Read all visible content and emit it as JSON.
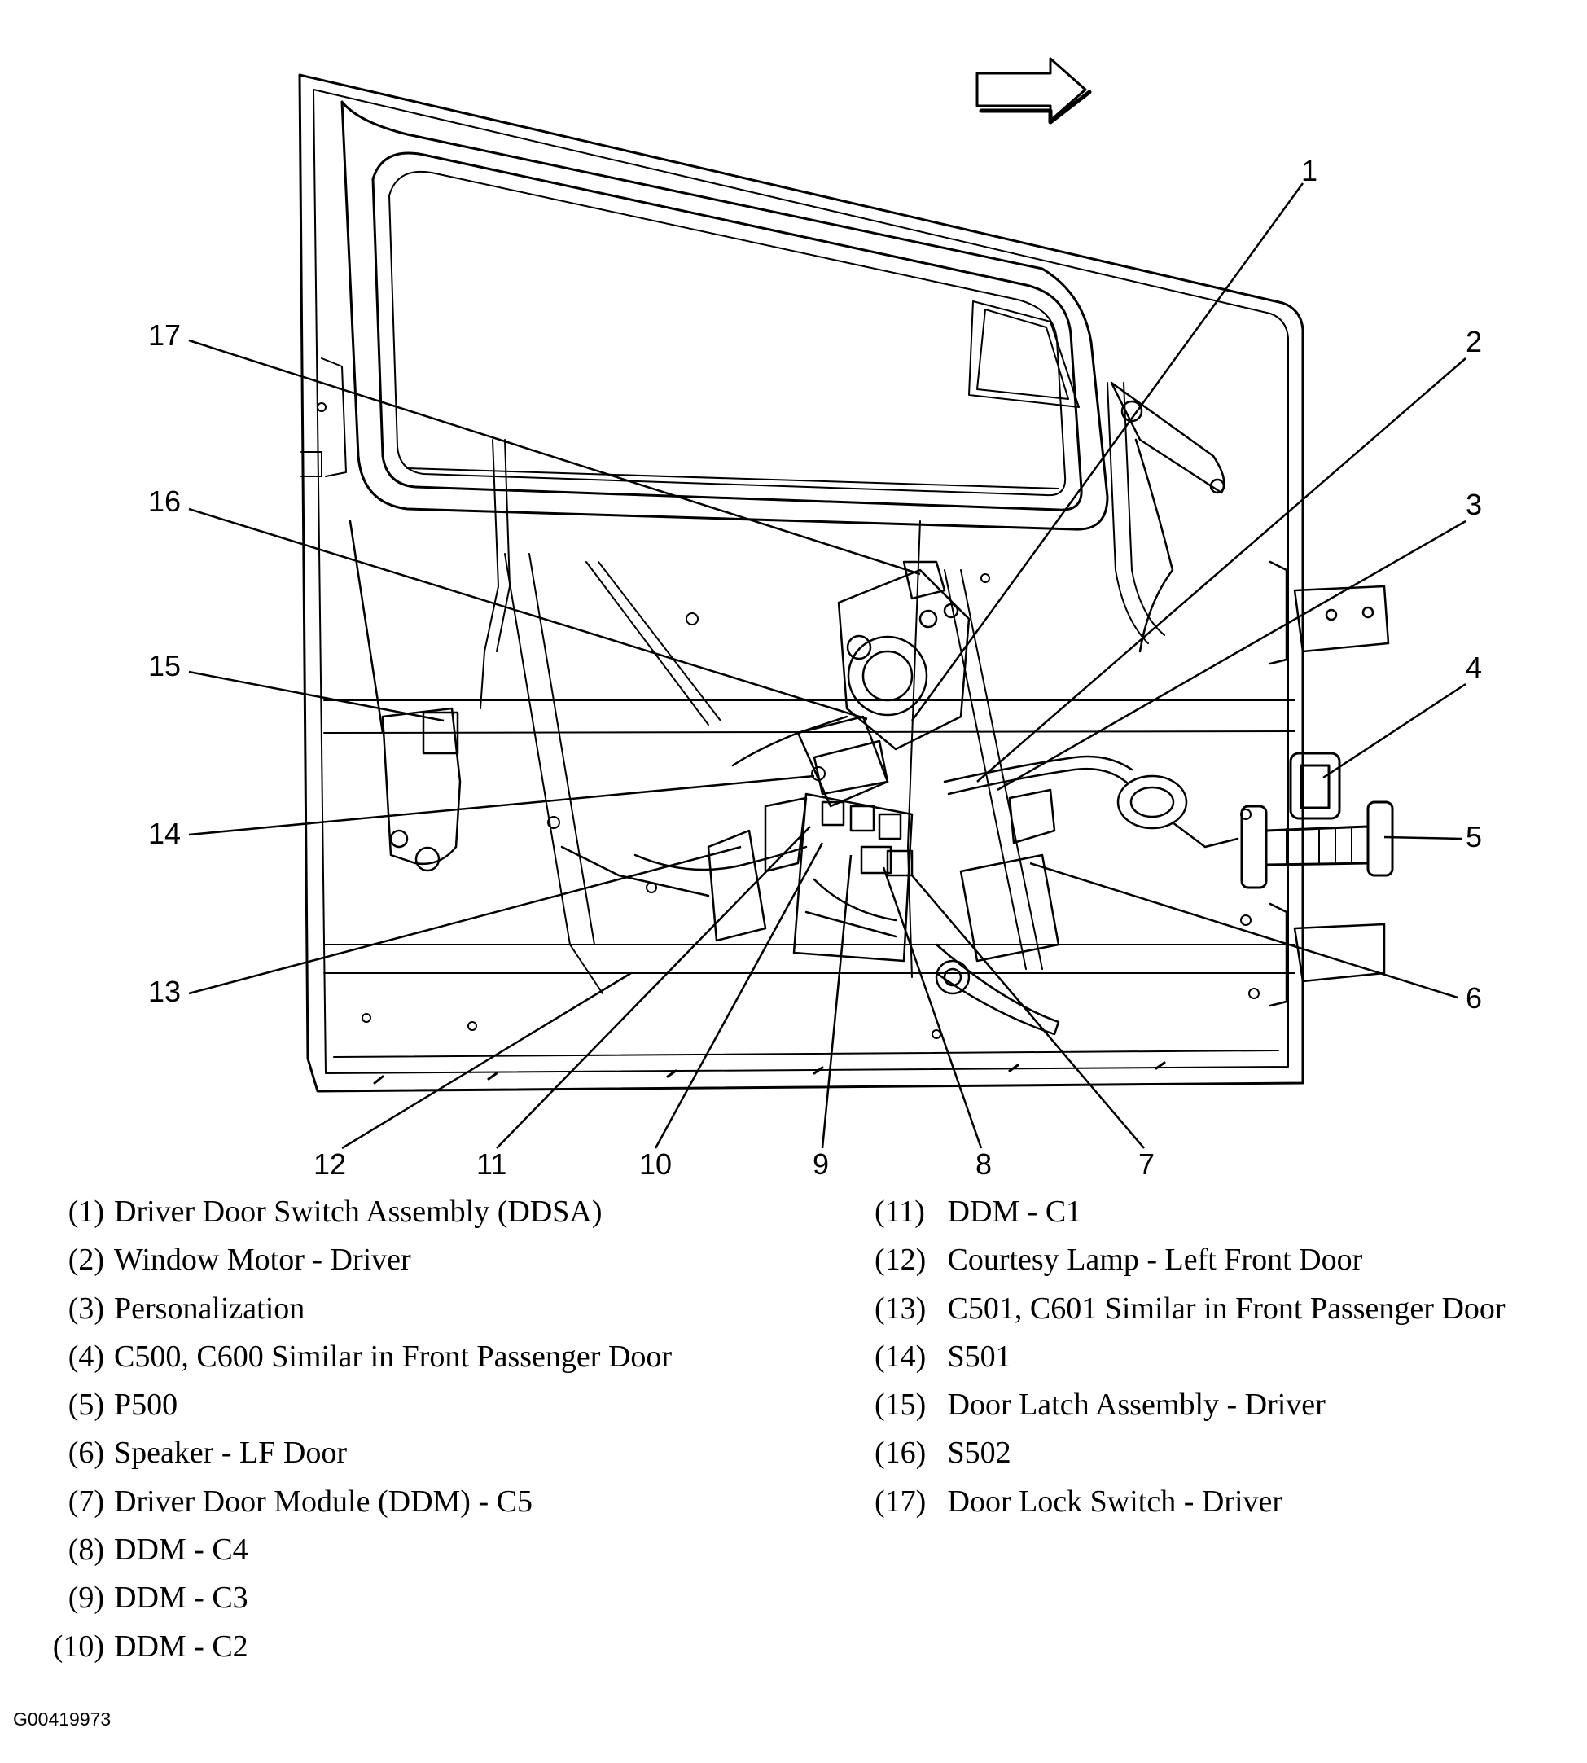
{
  "figure_id": "G00419973",
  "callouts": [
    "1",
    "2",
    "3",
    "4",
    "5",
    "6",
    "7",
    "8",
    "9",
    "10",
    "11",
    "12",
    "13",
    "14",
    "15",
    "16",
    "17"
  ],
  "legend_left": [
    {
      "num": "(1)",
      "text": "Driver Door Switch Assembly (DDSA)"
    },
    {
      "num": "(2)",
      "text": "Window Motor - Driver"
    },
    {
      "num": "(3)",
      "text": "Personalization"
    },
    {
      "num": "(4)",
      "text": "C500, C600 Similar in Front Passenger Door"
    },
    {
      "num": "(5)",
      "text": "P500"
    },
    {
      "num": "(6)",
      "text": "Speaker - LF Door"
    },
    {
      "num": "(7)",
      "text": "Driver Door Module (DDM) - C5"
    },
    {
      "num": "(8)",
      "text": "DDM - C4"
    },
    {
      "num": "(9)",
      "text": "DDM - C3"
    },
    {
      "num": "(10)",
      "text": "DDM - C2"
    }
  ],
  "legend_right": [
    {
      "num": "(11)",
      "text": "DDM - C1"
    },
    {
      "num": "(12)",
      "text": "Courtesy Lamp - Left Front Door"
    },
    {
      "num": "(13)",
      "text": "C501, C601 Similar in Front Passenger Door"
    },
    {
      "num": "(14)",
      "text": "S501"
    },
    {
      "num": "(15)",
      "text": "Door Latch Assembly - Driver"
    },
    {
      "num": "(16)",
      "text": "S502"
    },
    {
      "num": "(17)",
      "text": "Door Lock Switch - Driver"
    }
  ],
  "colors": {
    "ink": "#000000",
    "paper": "#ffffff"
  },
  "icons": {
    "direction": "forward-arrow-icon"
  }
}
